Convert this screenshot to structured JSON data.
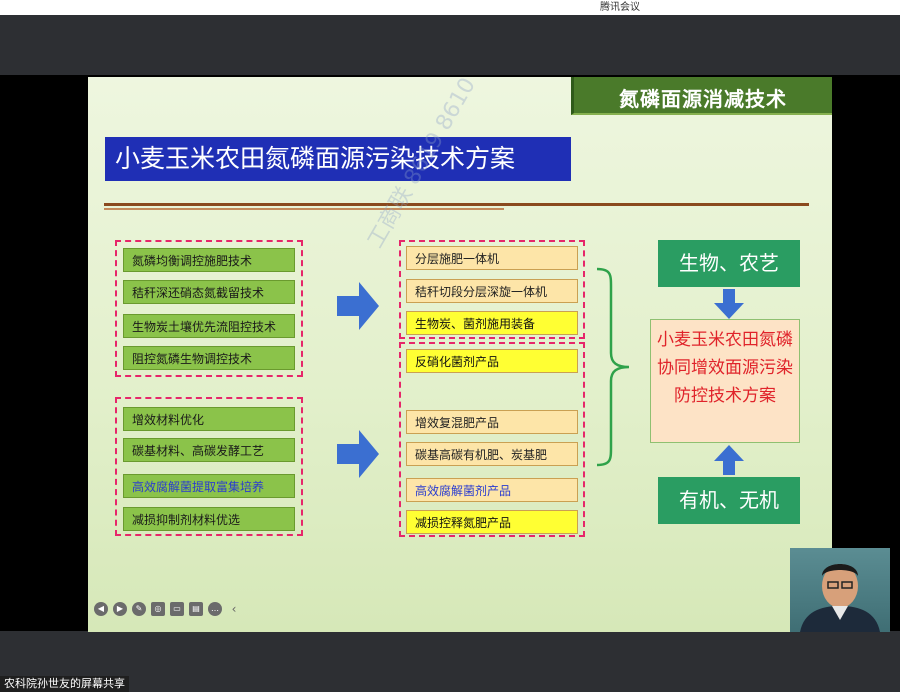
{
  "window": {
    "title": "腾讯会议"
  },
  "share_label": "农科院孙世友的屏幕共享",
  "slide": {
    "corner_title": "氮磷面源消减技术",
    "main_title": "小麦玉米农田氮磷面源污染技术方案",
    "left_group_1": [
      "氮磷均衡调控施肥技术",
      "秸秆深还硝态氮截留技术",
      "生物炭土壤优先流阻控技术",
      "阻控氮磷生物调控技术"
    ],
    "left_group_2": [
      "增效材料优化",
      "碳基材料、高碳发酵工艺",
      "高效腐解菌提取富集培养",
      "减损抑制剂材料优选"
    ],
    "mid_group_1": [
      "分层施肥一体机",
      "秸秆切段分层深旋一体机",
      "生物炭、菌剂施用装备"
    ],
    "mid_group_2": [
      "反硝化菌剂产品",
      "增效复混肥产品",
      "碳基高碳有机肥、炭基肥",
      "高效腐解菌剂产品",
      "减损控释氮肥产品"
    ],
    "right_top": "生物、农艺",
    "right_center_lines": [
      "小麦玉米农田氮磷",
      "协同增效面源污染",
      "防控技术方案"
    ],
    "right_bottom": "有机、无机",
    "watermark": "工商联 8619 8610"
  },
  "colors": {
    "slide_bg": "#e6f2d2",
    "title_blue": "#1f2fb5",
    "green_box": "#8bc34a",
    "yellow_box": "#ffff33",
    "cream_box": "#fde5a8",
    "dark_green": "#2a9d62",
    "dashed_red": "#e6266a",
    "arrow_blue": "#3b6fd1"
  },
  "toolbar_icons": [
    "prev-icon",
    "play-icon",
    "pen-icon",
    "camera-icon",
    "screen-icon",
    "comment-icon",
    "more-icon",
    "collapse-icon"
  ]
}
